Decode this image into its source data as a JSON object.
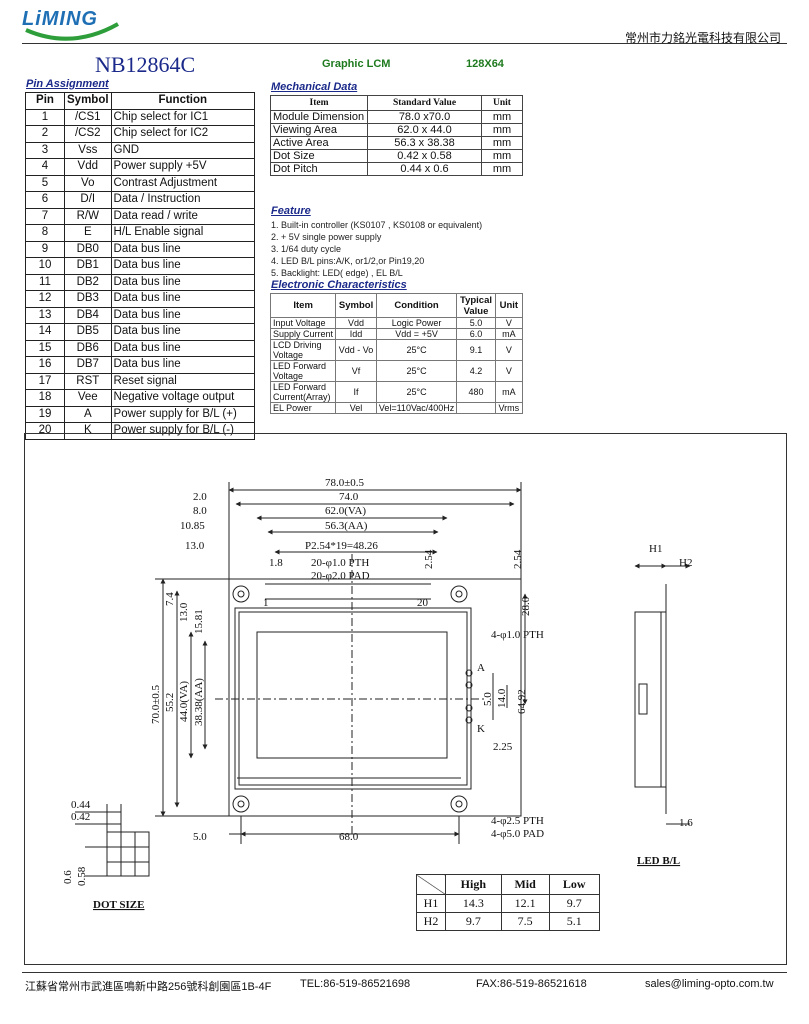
{
  "header": {
    "logo_text": "LiMING",
    "company_cn": "常州市力銘光電科技有限公司",
    "model": "NB12864C",
    "type": "Graphic  LCM",
    "resolution": "128X64"
  },
  "pin_assignment": {
    "title": "Pin Assignment",
    "headers": [
      "Pin",
      "Symbol",
      "Function"
    ],
    "rows": [
      [
        "1",
        "/CS1",
        "Chip select for IC1"
      ],
      [
        "2",
        "/CS2",
        "Chip select for IC2"
      ],
      [
        "3",
        "Vss",
        "GND"
      ],
      [
        "4",
        "Vdd",
        "Power supply  +5V"
      ],
      [
        "5",
        "Vo",
        "Contrast Adjustment"
      ],
      [
        "6",
        "D/I",
        "Data / Instruction"
      ],
      [
        "7",
        "R/W",
        "Data read / write"
      ],
      [
        "8",
        "E",
        "H/L Enable signal"
      ],
      [
        "9",
        "DB0",
        "Data bus line"
      ],
      [
        "10",
        "DB1",
        "Data bus line"
      ],
      [
        "11",
        "DB2",
        "Data bus line"
      ],
      [
        "12",
        "DB3",
        "Data bus line"
      ],
      [
        "13",
        "DB4",
        "Data bus line"
      ],
      [
        "14",
        "DB5",
        "Data bus line"
      ],
      [
        "15",
        "DB6",
        "Data bus line"
      ],
      [
        "16",
        "DB7",
        "Data bus line"
      ],
      [
        "17",
        "RST",
        "Reset signal"
      ],
      [
        "18",
        "Vee",
        "Negative voltage output"
      ],
      [
        "19",
        "A",
        "Power supply for B/L (+)"
      ],
      [
        "20",
        "K",
        "Power supply for B/L (-)"
      ]
    ]
  },
  "mechanical": {
    "title": "Mechanical Data",
    "headers": [
      "Item",
      "Standard Value",
      "Unit"
    ],
    "rows": [
      [
        "Module Dimension",
        "78.0 x70.0",
        "mm"
      ],
      [
        "Viewing Area",
        "62.0 x 44.0",
        "mm"
      ],
      [
        "Active  Area",
        "56.3 x 38.38",
        "mm"
      ],
      [
        "Dot Size",
        "0.42 x 0.58",
        "mm"
      ],
      [
        "Dot Pitch",
        "0.44 x 0.6",
        "mm"
      ]
    ]
  },
  "feature": {
    "title": "Feature",
    "items": [
      "1. Built-in controller (KS0107  , KS0108 or equivalent)",
      "2. + 5V single power supply",
      "3. 1/64 duty cycle",
      "4. LED B/L pins:A/K, or1/2,or Pin19,20",
      "5. Backlight: LED( edge) , EL B/L"
    ]
  },
  "electronic": {
    "title": "Electronic Characteristics",
    "headers": [
      "Item",
      "Symbol",
      "Condition",
      "Typical Value",
      "Unit"
    ],
    "rows": [
      [
        "Input Voltage",
        "Vdd",
        "Logic Power",
        "5.0",
        "V"
      ],
      [
        "Supply Current",
        "Idd",
        "Vdd = +5V",
        "6.0",
        "mA"
      ],
      [
        "LCD Driving Voltage",
        "Vdd - Vo",
        "25°C",
        "9.1",
        "V"
      ],
      [
        "LED Forward Voltage",
        "Vf",
        "25°C",
        "4.2",
        "V"
      ],
      [
        "LED Forward Current(Array)",
        "If",
        "25°C",
        "480",
        "mA"
      ],
      [
        "EL Power",
        "Vel",
        "Vel=110Vac/400Hz",
        "",
        "Vrms"
      ]
    ]
  },
  "drawing": {
    "dims": {
      "d78": "78.0±0.5",
      "d74": "74.0",
      "d62": "62.0(VA)",
      "d563": "56.3(AA)",
      "d2": "2.0",
      "d8": "8.0",
      "d1085": "10.85",
      "d13": "13.0",
      "pitch": "P2.54*19=48.26",
      "d254a": "2.54",
      "d18": "1.8",
      "pth": "20-φ1.0 PTH",
      "pad": "20-φ2.0 PAD",
      "p1": "1",
      "p20": "20",
      "d254b": "2.54",
      "d28": "28.0",
      "pth4": "4-φ1.0 PTH",
      "a": "A",
      "k": "K",
      "d50": "5.0",
      "d140": "14.0",
      "d6492": "64.92",
      "d225": "2.25",
      "d70": "70.0±0.5",
      "d552": "55.2",
      "d44va": "44.0(VA)",
      "d3838": "38.38(AA)",
      "d74v": "7.4",
      "d130v": "13.0",
      "d1581": "15.81",
      "pth25": "4-φ2.5 PTH",
      "pad50": "4-φ5.0 PAD",
      "d5": "5.0",
      "d68": "68.0",
      "d044": "0.44",
      "d042": "0.42",
      "d06": "0.6",
      "d058": "0.58",
      "dot_size": "DOT SIZE",
      "h1": "H1",
      "h2": "H2",
      "d16": "1.6",
      "led_bl": "LED B/L"
    },
    "height_table": {
      "headers": [
        "",
        "High",
        "Mid",
        "Low"
      ],
      "rows": [
        [
          "H1",
          "14.3",
          "12.1",
          "9.7"
        ],
        [
          "H2",
          "9.7",
          "7.5",
          "5.1"
        ]
      ]
    }
  },
  "footer": {
    "address": "江蘇省常州市武進區鳴新中路256號科創園區1B-4F",
    "tel": "TEL:86-519-86521698",
    "fax": "FAX:86-519-86521618",
    "email": "sales@liming-opto.com.tw"
  }
}
